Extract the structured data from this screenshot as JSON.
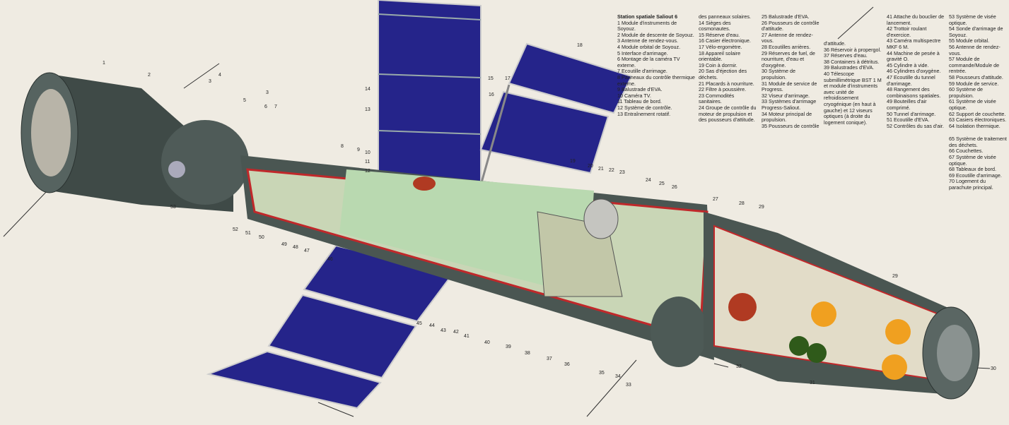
{
  "legend": {
    "title": "Station spatiale Saliout 6",
    "col1": [
      "1  Module d'instruments de Soyouz.",
      "2  Module de descente de Soyouz.",
      "3  Antenne de rendez-vous.",
      "4  Module orbital de Soyouz.",
      "5  Interface d'arrimage.",
      "6  Montage de la caméra TV externe.",
      "7  Ecoutille d'arrimage.",
      "8  Panneaux du contrôle thermique externe.",
      "9  Balustrade d'EVA.",
      "10  Caméra TV.",
      "11  Tableau de bord.",
      "12  Système de contrôle.",
      "13  Entraînement rotatif."
    ],
    "col2": [
      "des panneaux solaires.",
      "14  Sièges des cosmonautes.",
      "15  Réserve d'eau.",
      "16  Casier électronique.",
      "17  Vélo-ergomètre.",
      "18  Appareil solaire orientable.",
      "19  Coin à dormir.",
      "20  Sas d'éjection des déchets.",
      "21  Placards à nourriture.",
      "22  Filtre à poussière.",
      "23  Commodités sanitaires.",
      "24  Groupe de contrôle du moteur de propulsion et des pousseurs d'attitude."
    ],
    "col3": [
      "25  Balustrade d'EVA.",
      "26  Pousseurs de contrôle d'attitude.",
      "27  Antenne de rendez-vous.",
      "28  Ecoutilles arrières.",
      "29  Réserves de fuel, de nourriture, d'eau et d'oxygène.",
      "30  Système de propulsion.",
      "31  Module de service de Progress.",
      "32  Viseur d'arrimage.",
      "33  Systèmes d'arrimage Progress-Saliout.",
      "34  Moteur principal de propulsion.",
      "35  Pousseurs de contrôle"
    ],
    "col4": [
      "d'attitude.",
      "36  Réservoir à propergol.",
      "37  Réserves d'eau.",
      "38  Containers à détritus.",
      "39  Balustrades d'EVA.",
      "40  Télescope submillimétrique BST 1 M et module d'instruments avec unité de refroidissement cryogénique (en haut à gauche) et 12 viseurs optiques (à droite du logement conique)."
    ],
    "col5": [
      "41  Attache du bouclier de lancement.",
      "42  Trottoir roulant d'exercice.",
      "43  Caméra multispectre MKF 6 M.",
      "44  Machine de pesée à gravité O.",
      "45  Cylindre à vide.",
      "46  Cylindres d'oxygène.",
      "47  Ecoutille du tunnel d'arrimage.",
      "48  Rangement des combinaisons spatiales.",
      "49  Bouteilles d'air comprimé.",
      "50  Tunnel d'arrimage.",
      "51  Ecoutille d'EVA.",
      "52  Contrôles du sas d'air."
    ],
    "col6": [
      "53  Système de visée optique.",
      "54  Sonde d'arrimage de Soyouz.",
      "55  Module orbital.",
      "56  Antenne de rendez-vous.",
      "57  Module de commande/Module de rentrée.",
      "58  Pousseurs d'attitude.",
      "59  Module de service.",
      "60  Système de propulsion.",
      "61  Système de visée optique.",
      "62  Support de couchette.",
      "63  Casiers électroniques.",
      "64  Isolation thermique."
    ],
    "col7": [
      "65  Système de traitement des déchets.",
      "66  Couchettes.",
      "67  Système de visée optique.",
      "68  Tableaux de bord.",
      "69  Ecoutille d'arrimage.",
      "70  Logement du parachute principal."
    ]
  },
  "callouts": [
    "1",
    "2",
    "3",
    "3",
    "4",
    "5",
    "6",
    "7",
    "8",
    "9",
    "10",
    "11",
    "12",
    "13",
    "14",
    "15",
    "16",
    "17",
    "18",
    "19",
    "20",
    "21",
    "22",
    "23",
    "24",
    "25",
    "26",
    "27",
    "28",
    "29",
    "29",
    "30",
    "31",
    "32",
    "33",
    "34",
    "35",
    "36",
    "37",
    "38",
    "39",
    "40",
    "41",
    "42",
    "43",
    "44",
    "45",
    "46",
    "47",
    "48",
    "49",
    "50",
    "51",
    "52",
    "53"
  ],
  "colors": {
    "background": "#efebe2",
    "solar_panel": "#25248a",
    "hull": "#4a5652",
    "interior": "#b9d9b0",
    "hull_edge": "#c0282a"
  }
}
